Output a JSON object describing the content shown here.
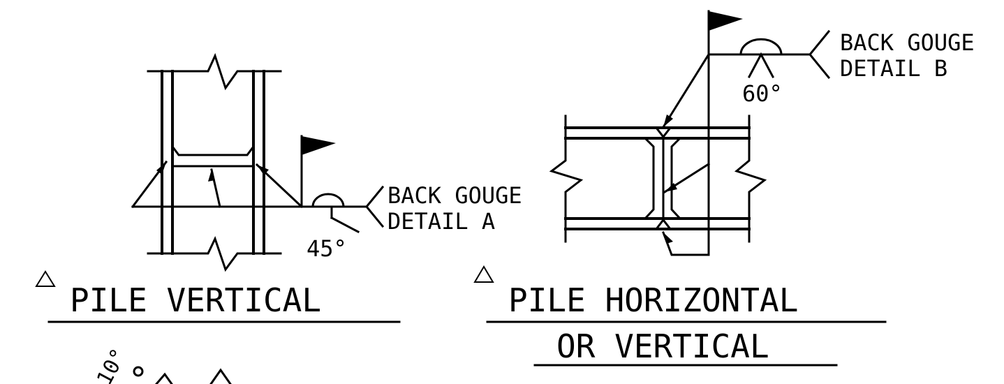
{
  "detail_a": {
    "note_line1": "BACK GOUGE",
    "note_line2": "DETAIL A",
    "angle": "45°",
    "title": "PILE VERTICAL"
  },
  "detail_b": {
    "note_line1": "BACK GOUGE",
    "note_line2": "DETAIL B",
    "angle": "60°",
    "title_line1": "PILE HORIZONTAL",
    "title_line2": "OR VERTICAL"
  },
  "fragment_text": "10°",
  "colors": {
    "ink": "#000000",
    "background": "#ffffff"
  }
}
